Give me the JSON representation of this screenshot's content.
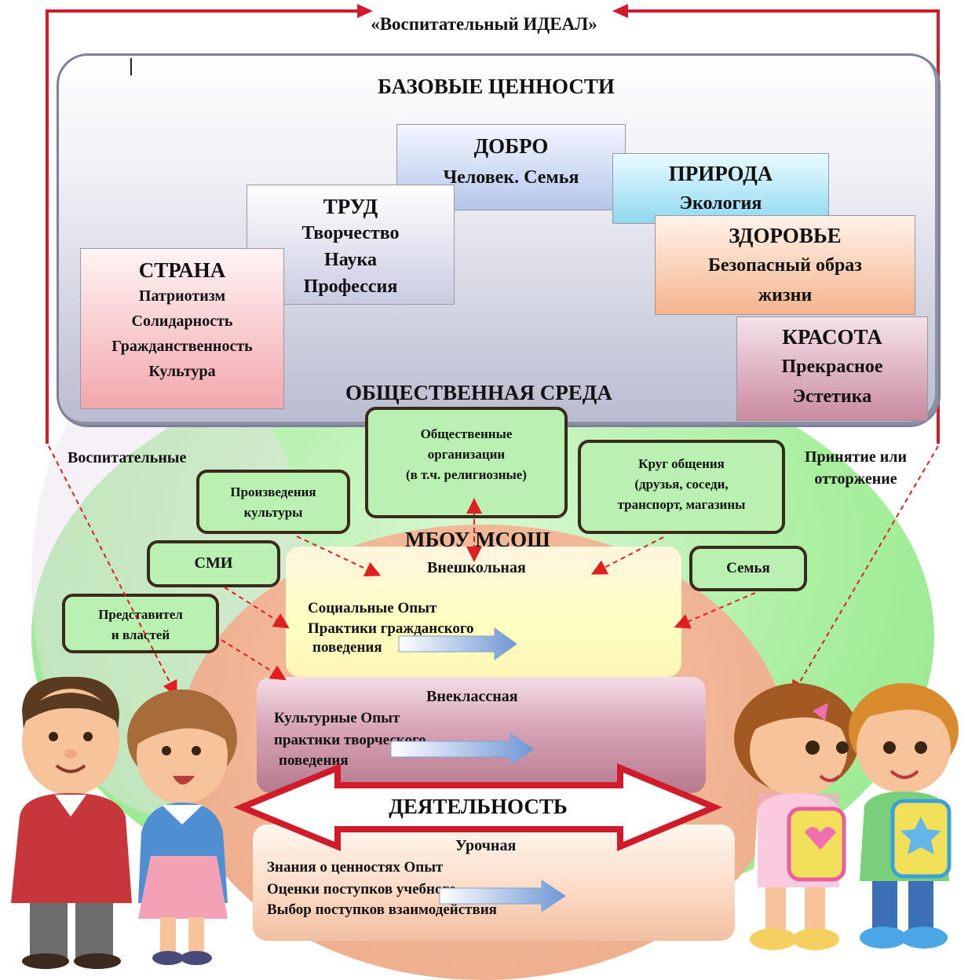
{
  "ideal_title": "«Воспитательный ИДЕАЛ»",
  "base_values": {
    "title": "БАЗОВЫЕ ЦЕННОСТИ",
    "cards": [
      {
        "id": "dobro",
        "title": "ДОБРО",
        "lines": [
          "Человек. Семья"
        ]
      },
      {
        "id": "priroda",
        "title": "ПРИРОДА",
        "lines": [
          "Экология"
        ]
      },
      {
        "id": "trud",
        "title": "ТРУД",
        "lines": [
          "Творчество",
          "Наука",
          "Профессия"
        ]
      },
      {
        "id": "zdorovie",
        "title": "ЗДОРОВЬЕ",
        "lines": [
          "Безопасный образ",
          "жизни"
        ]
      },
      {
        "id": "strana",
        "title": "СТРАНА",
        "lines": [
          "Патриотизм",
          "Солидарность",
          "Гражданственность",
          "Культура"
        ]
      },
      {
        "id": "krasota",
        "title": "КРАСОТА",
        "lines": [
          "Прекрасное",
          "Эстетика"
        ]
      }
    ]
  },
  "environment": {
    "title": "ОБЩЕСТВЕННАЯ СРЕДА",
    "left_label": "Воспитательные",
    "right_label": [
      "Принятие или",
      "отторжение"
    ],
    "boxes": {
      "orgs": [
        "Общественные",
        "организации",
        "(в т.ч. религиозные)"
      ],
      "circle": [
        "Круг общения",
        "(друзья, соседи,",
        "транспорт, магазины"
      ],
      "culture": [
        "Произведения",
        "культуры"
      ],
      "media": [
        "СМИ"
      ],
      "family": [
        "Семья"
      ],
      "authorities": [
        "Представител",
        "и властей"
      ]
    }
  },
  "school": {
    "title": "МБОУ МСОШ",
    "extracurricular": {
      "title": "Внешкольная",
      "lines": [
        "Социальные Опыт",
        "Практики гражданского",
        "поведения"
      ]
    },
    "afterclass": {
      "title": "Внеклассная",
      "lines": [
        "Культурные Опыт",
        "практики творческого",
        "поведения"
      ]
    },
    "activity": "ДЕЯТЕЛЬНОСТЬ",
    "lesson": {
      "title": "Урочная",
      "lines": [
        "Знания о ценностях Опыт",
        "Оценки поступков учебного",
        "Выбор поступков взаимодействия"
      ]
    }
  },
  "colors": {
    "ideal_line": "#d11a2a",
    "box_border": "#3a2a1c",
    "env_green": "#a9ef9f",
    "school_peach": "#eba785"
  }
}
